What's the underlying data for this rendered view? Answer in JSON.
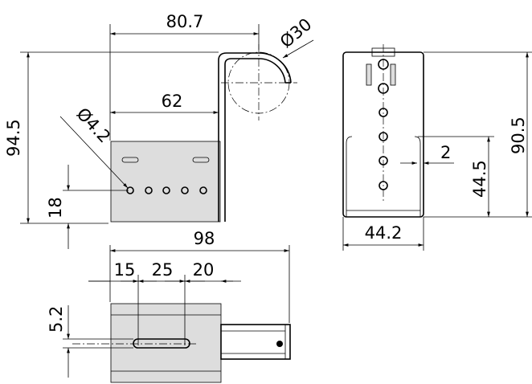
{
  "front_view": {
    "overall_width": "80.7",
    "hook_diameter": "Ø30",
    "bracket_width": "62",
    "hole_diameter": "Ø4.2",
    "overall_height": "94.5",
    "hole_height": "18"
  },
  "side_view": {
    "overall_height": "90.5",
    "inner_height": "44.5",
    "lip": "2",
    "width": "44.2"
  },
  "top_view": {
    "overall_length": "98",
    "offset_1": "15",
    "slot_length": "25",
    "offset_2": "20",
    "slot_width": "5.2"
  }
}
